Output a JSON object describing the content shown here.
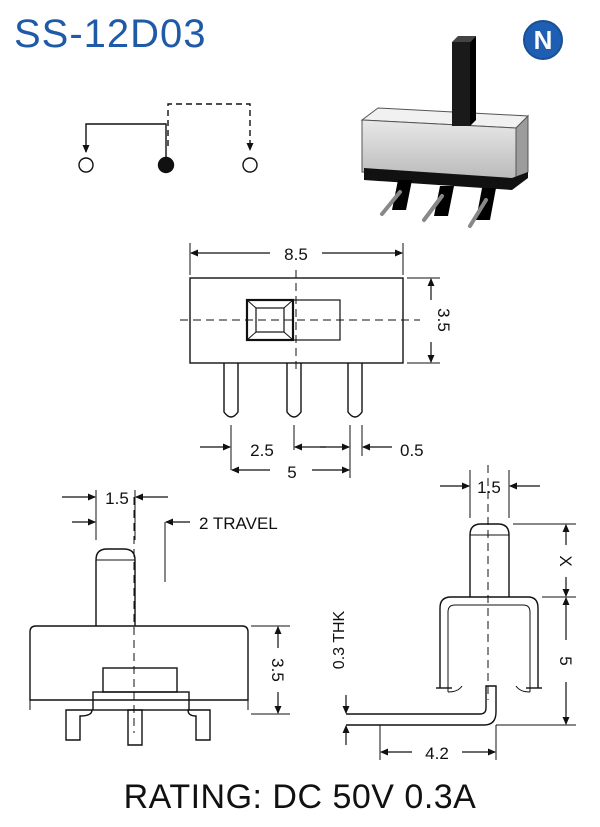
{
  "header": {
    "model": "SS-12D03",
    "brand_logo_letter": "N",
    "brand_color": "#1f5fb3"
  },
  "front_view": {
    "width_label": "8.5",
    "height_label": "3.5",
    "pitch_label": "2.5",
    "span_label": "5",
    "pin_label": "0.5"
  },
  "side_view": {
    "actuator_label": "1.5",
    "travel_label": "2 TRAVEL",
    "height_label": "3.5"
  },
  "end_view": {
    "actuator_label": "1.5",
    "x_label": "X",
    "height_label": "5",
    "thickness_label": "0.3 THK",
    "lead_label": "4.2"
  },
  "footer": {
    "rating": "RATING: DC 50V 0.3A"
  }
}
